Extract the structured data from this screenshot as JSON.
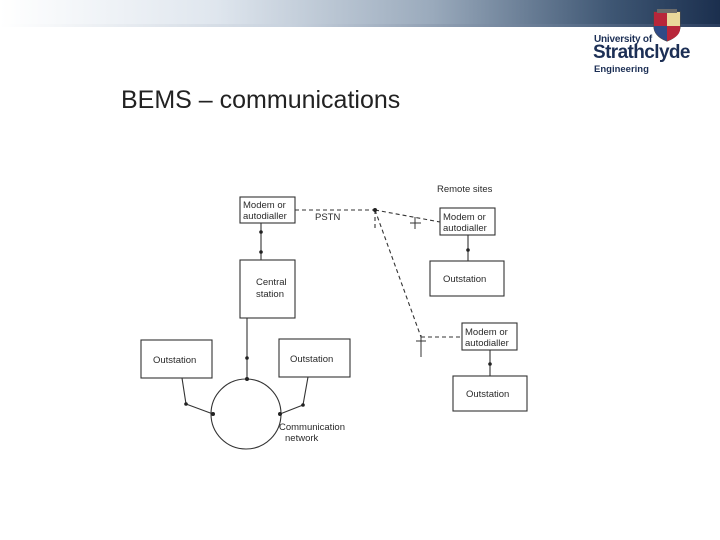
{
  "header": {
    "logo": {
      "university": "University of",
      "name": "Strathclyde",
      "department": "Engineering"
    }
  },
  "slide": {
    "title": "BEMS – communications"
  },
  "diagram": {
    "central_modem": [
      "Modem or",
      "autodialler"
    ],
    "pstn_label": "PSTN",
    "remote_sites_label": "Remote sites",
    "central_station": [
      "Central",
      "station"
    ],
    "outstation_left": "Outstation",
    "outstation_mid": "Outstation",
    "network_label": [
      "Communication",
      "network"
    ],
    "remote_modem_1": [
      "Modem or",
      "autodialler"
    ],
    "remote_outstation_1": "Outstation",
    "remote_modem_2": [
      "Modem or",
      "autodialler"
    ],
    "remote_outstation_2": "Outstation"
  }
}
